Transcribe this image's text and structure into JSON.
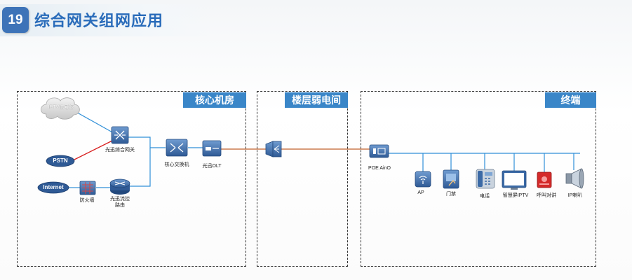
{
  "slide": {
    "number": "19",
    "title": "综合网关组网应用"
  },
  "zones": {
    "core": "核心机房",
    "floor": "楼层弱电间",
    "terminal": "终端"
  },
  "nodes": {
    "iptv_cloud": "IPTV信号源",
    "pstn": "PSTN",
    "internet": "Internet",
    "gateway": "光迅综合网关",
    "firewall": "防火墙",
    "router": "光迅流控\n路由",
    "core_switch": "核心交换机",
    "olt": "光迅OLT",
    "poe_onu": "POE AinO",
    "ap": "AP",
    "access_control": "门禁",
    "phone": "电话",
    "smart_iptv": "智慧屏IPTV",
    "intercom": "呼叫对讲",
    "ip_speaker": "IP喇叭"
  },
  "colors": {
    "accent": "#3d73b8",
    "title": "#2a6cba",
    "zone_tag": "#3a86c8",
    "link_blue": "#2f8fd8",
    "link_red": "#d82020",
    "fiber": "#c0602a",
    "device": "#3b6aa6"
  }
}
